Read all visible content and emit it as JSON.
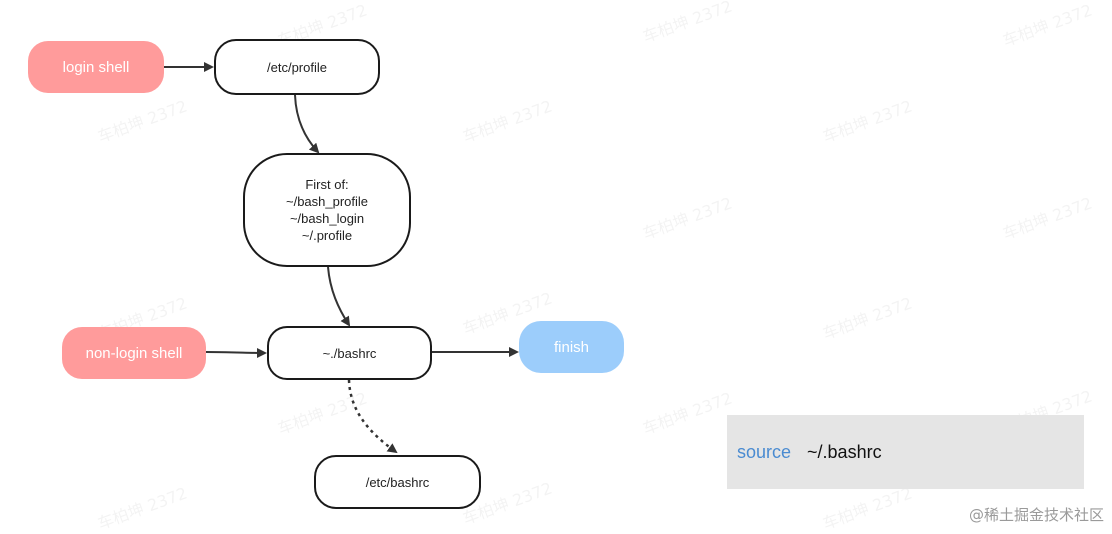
{
  "nodes": {
    "login_shell": "login shell",
    "etc_profile": "/etc/profile",
    "first_of": [
      "First of:",
      "~/bash_profile",
      "~/bash_login",
      "~/.profile"
    ],
    "non_login_shell": "non-login shell",
    "bashrc": "~./bashrc",
    "finish": "finish",
    "etc_bashrc": "/etc/bashrc"
  },
  "code": {
    "keyword": "source",
    "argument": "~/.bashrc"
  },
  "watermark": {
    "text": "车柏坤 2372",
    "footer": "@稀土掘金技术社区"
  },
  "colors": {
    "start_node": "#ff9b9b",
    "end_node": "#9ccdfb",
    "code_keyword": "#4a8bd1",
    "code_bg": "#e5e5e5"
  }
}
